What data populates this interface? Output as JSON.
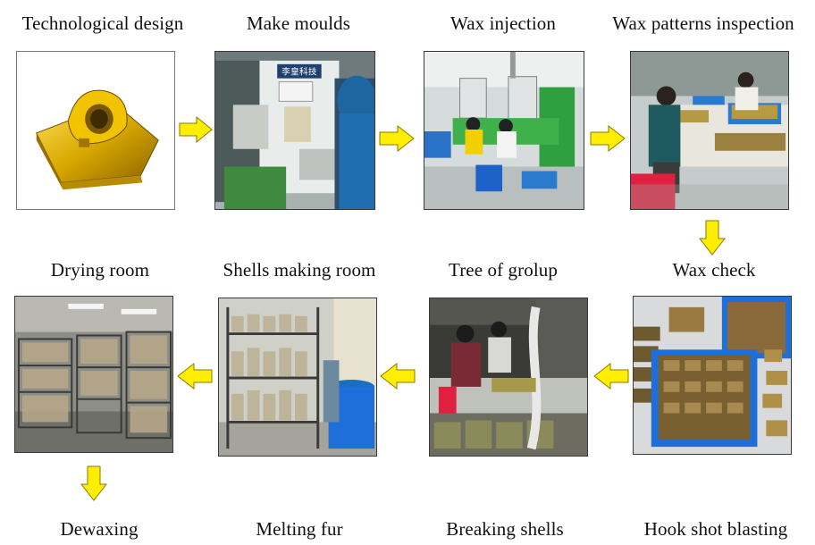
{
  "steps": [
    {
      "id": "technological-design",
      "label": "Technological design"
    },
    {
      "id": "make-moulds",
      "label": "Make moulds"
    },
    {
      "id": "wax-injection",
      "label": "Wax injection"
    },
    {
      "id": "wax-patterns-inspection",
      "label": "Wax patterns inspection"
    },
    {
      "id": "wax-check",
      "label": "Wax check"
    },
    {
      "id": "tree-of-grolup",
      "label": "Tree of grolup"
    },
    {
      "id": "shells-making-room",
      "label": "Shells making room"
    },
    {
      "id": "drying-room",
      "label": "Drying room"
    },
    {
      "id": "dewaxing",
      "label": "Dewaxing"
    },
    {
      "id": "melting-fur",
      "label": "Melting fur"
    },
    {
      "id": "breaking-shells",
      "label": "Breaking shells"
    },
    {
      "id": "hook-shot-blasting",
      "label": "Hook shot blasting"
    }
  ],
  "photo_text": {
    "mould_sign": "李皇科技"
  },
  "colors": {
    "arrow_fill": "#ffee00",
    "arrow_stroke": "#8a7a00",
    "part_gold": "#d9a800",
    "tray_blue": "#1e6fd9"
  }
}
